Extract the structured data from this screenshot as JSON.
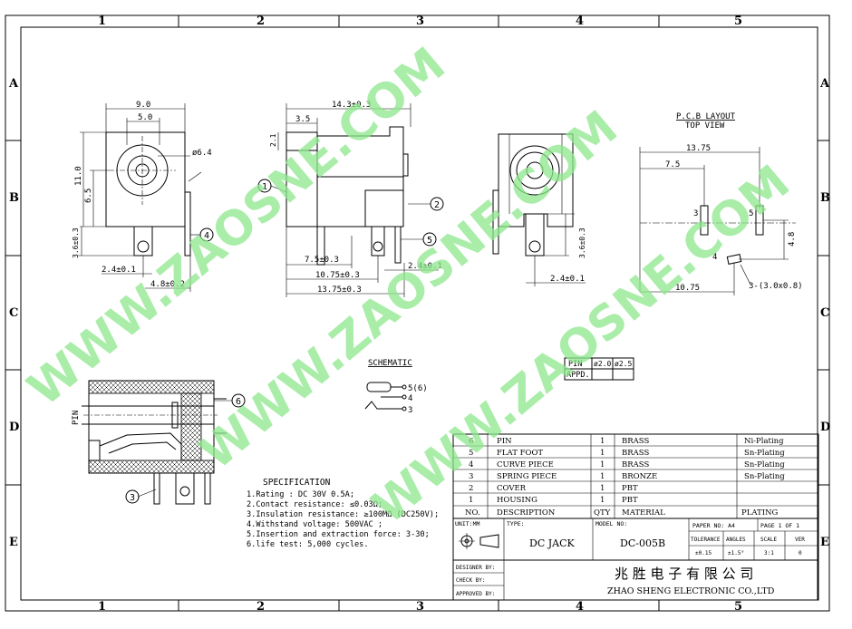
{
  "frame": {
    "cols": [
      "1",
      "2",
      "3",
      "4",
      "5"
    ],
    "rows": [
      "A",
      "B",
      "C",
      "D",
      "E"
    ]
  },
  "watermark": "WWW.ZAOSNE.COM",
  "front_view": {
    "width": "9.0",
    "inner_width": "5.0",
    "diameter": "ø6.4",
    "height": "11.0",
    "mid": "6.5",
    "pin_h": "3.6±0.3",
    "pin_off": "2.4±0.1",
    "pin_w": "4.8±0.2",
    "balloon": "4"
  },
  "side_view": {
    "length": "14.3±0.3",
    "top": "3.5",
    "small": "2.1",
    "d1": "7.5±0.3",
    "d2": "10.75±0.3",
    "d3": "13.75±0.3",
    "pin_off": "2.4±0.1",
    "balloons": [
      "1",
      "2",
      "5"
    ]
  },
  "rear_view": {
    "pin_h": "3.6±0.3",
    "pin_off": "2.4±0.1"
  },
  "pcb": {
    "title": "P.C.B LAYOUT",
    "subtitle": "TOP VIEW",
    "d1": "13.75",
    "d2": "7.5",
    "d3": "10.75",
    "d4": "4.8",
    "pad_labels": [
      "3",
      "5",
      "4"
    ],
    "slot": "3-(3.0x0.8)"
  },
  "schematic": {
    "title": "SCHEMATIC",
    "pins": [
      "5(6)",
      "4",
      "3"
    ]
  },
  "cutaway": {
    "pin_label": "PIN",
    "balloons": [
      "6",
      "3"
    ]
  },
  "pin_table": {
    "headers": [
      "PIN",
      "ø2.0",
      "ø2.5"
    ],
    "row": [
      "APPD.",
      "",
      ""
    ]
  },
  "specification": {
    "title": "SPECIFICATION",
    "lines": [
      "1.Rating : DC 30V 0.5A;",
      "2.Contact resistance: ≤0.03Ω;",
      "3.Insulation resistance: ≥100MΩ (DC250V);",
      "4.Withstand voltage: 500VAC ;",
      "5.Insertion and extraction force: 3-30;",
      "6.life test: 5,000 cycles."
    ]
  },
  "bom": {
    "rows": [
      [
        "6",
        "PIN",
        "1",
        "BRASS",
        "Ni-Plating"
      ],
      [
        "5",
        "FLAT FOOT",
        "1",
        "BRASS",
        "Sn-Plating"
      ],
      [
        "4",
        "CURVE PIECE",
        "1",
        "BRASS",
        "Sn-Plating"
      ],
      [
        "3",
        "SPRING PIECE",
        "1",
        "BRONZE",
        "Sn-Plating"
      ],
      [
        "2",
        "COVER",
        "1",
        "PBT",
        ""
      ],
      [
        "1",
        "HOUSING",
        "1",
        "PBT",
        ""
      ]
    ],
    "header": [
      "NO.",
      "DESCRIPTION",
      "QTY",
      "MATERIAL",
      "PLATING"
    ]
  },
  "title_block": {
    "unit": "UNIT:MM",
    "type_label": "TYPE:",
    "type": "DC  JACK",
    "model_label": "MODEL NO:",
    "model": "DC-005B",
    "paper": "PAPER NO: A4",
    "page": "PAGE 1 OF 1",
    "tol_h": "TOLERANCE",
    "ang_h": "ANGLES",
    "scale_h": "SCALE",
    "ver_h": "VER",
    "tol": "±0.15",
    "ang": "±1.5°",
    "scale": "3:1",
    "ver": "0",
    "designer": "DESIGNER BY:",
    "check": "CHECK   BY:",
    "approved": "APPROVED BY:",
    "company_cn": "兆 胜 电 子 有 限 公 司",
    "company_en": "ZHAO SHENG ELECTRONIC CO.,LTD"
  }
}
